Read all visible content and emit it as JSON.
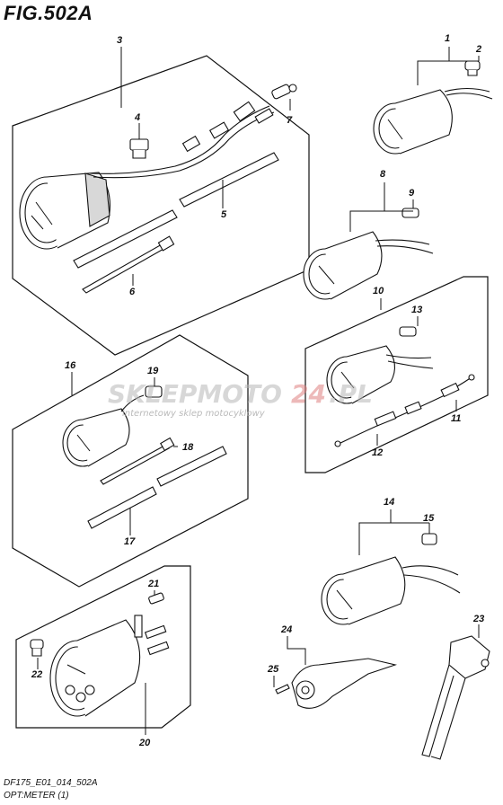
{
  "figure": {
    "title": "FIG.502A"
  },
  "watermark": {
    "brand_a": "SKLEPMOTO",
    "brand_b": "24",
    "brand_c": ".PL",
    "tagline": "internetowy sklep motocyklowy"
  },
  "labels": {
    "p1": "1",
    "p2": "2",
    "p3": "3",
    "p4": "4",
    "p5": "5",
    "p6": "6",
    "p7": "7",
    "p8": "8",
    "p9": "9",
    "p10": "10",
    "p11": "11",
    "p12": "12",
    "p13": "13",
    "p14": "14",
    "p15": "15",
    "p16": "16",
    "p17": "17",
    "p18": "18",
    "p19": "19",
    "p20": "20",
    "p21": "21",
    "p22": "22",
    "p23": "23",
    "p24": "24",
    "p25": "25"
  },
  "footer": {
    "code": "DF175_E01_014_502A",
    "caption": "OPT:METER (1)"
  }
}
